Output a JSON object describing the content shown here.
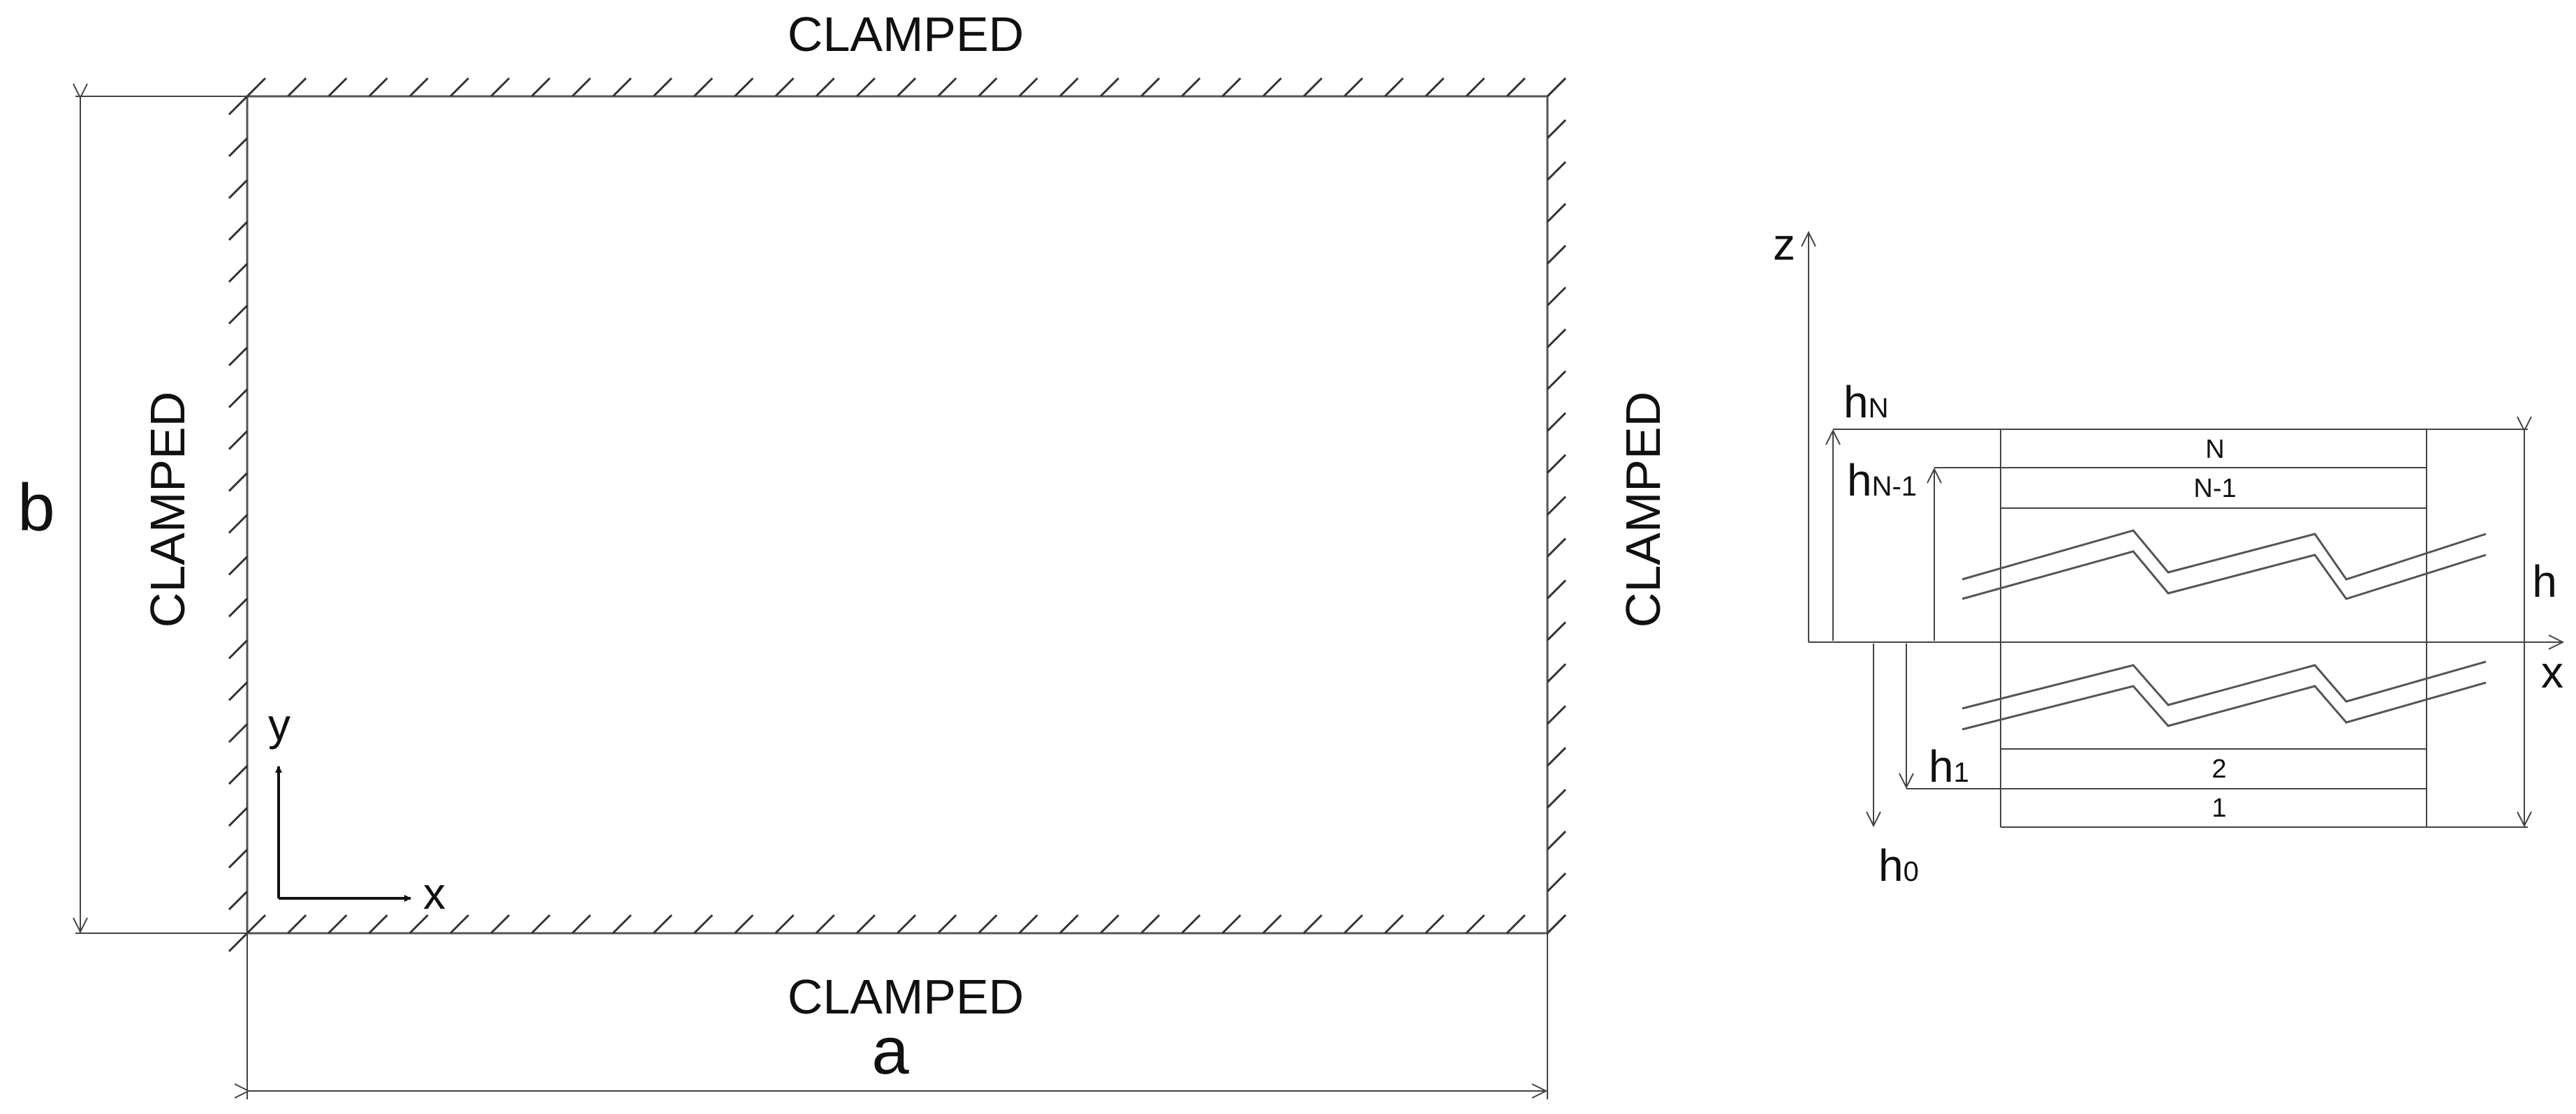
{
  "plate": {
    "edge_top": "CLAMPED",
    "edge_bottom": "CLAMPED",
    "edge_left": "CLAMPED",
    "edge_right": "CLAMPED",
    "dimension_width": "a",
    "dimension_height": "b",
    "axis_x": "x",
    "axis_y": "y"
  },
  "laminate": {
    "axis_z": "z",
    "axis_x": "x",
    "thickness": "h",
    "coords": [
      {
        "base": "h",
        "sub": "N"
      },
      {
        "base": "h",
        "sub": "N-1"
      },
      {
        "base": "h",
        "sub": "1"
      },
      {
        "base": "h",
        "sub": "0"
      }
    ],
    "layers": [
      "N",
      "N-1",
      "2",
      "1"
    ]
  }
}
